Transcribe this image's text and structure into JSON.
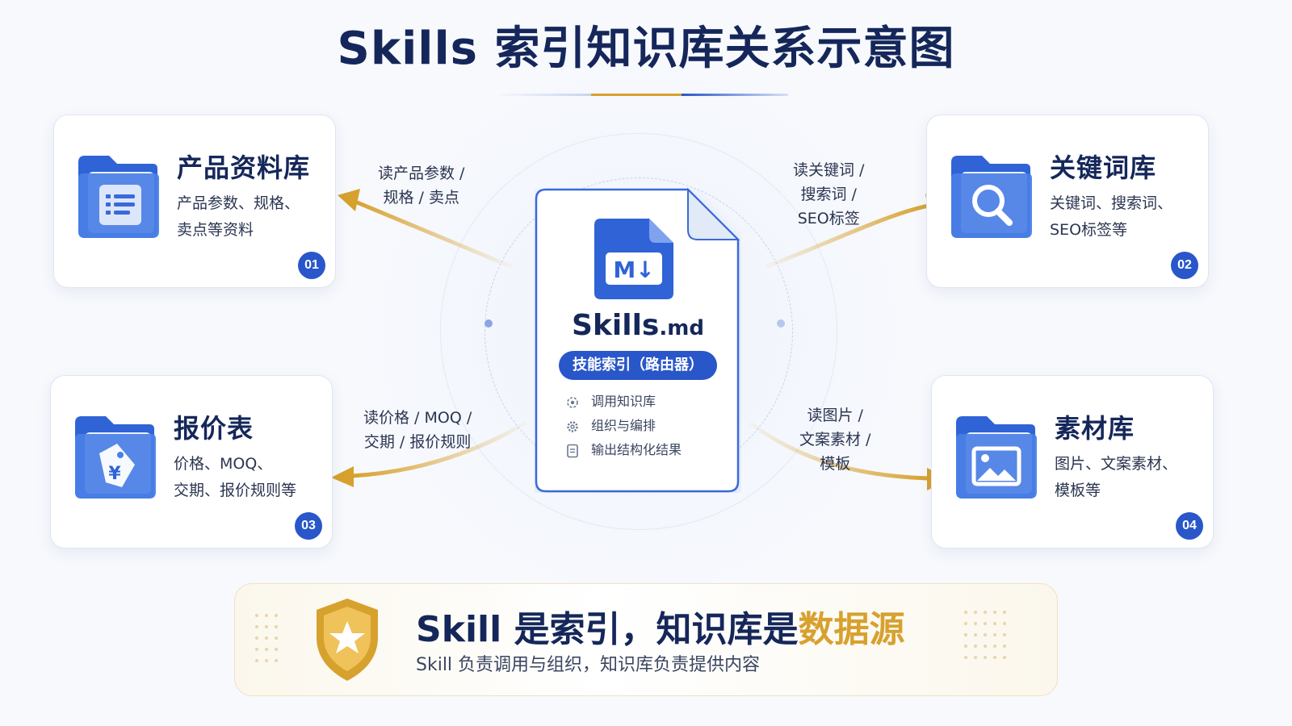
{
  "title": "Skills 索引知识库关系示意图",
  "colors": {
    "navy": "#15275a",
    "blue": "#2957c9",
    "gold": "#d7a12e",
    "card_border": "#dfe5ef"
  },
  "center_doc": {
    "icon": "markdown-icon",
    "icon_text": "M↓",
    "name": "Skills",
    "ext": ".md",
    "pill": "技能索引（路由器）",
    "items": [
      {
        "icon": "link-gear-icon",
        "label": "调用知识库"
      },
      {
        "icon": "gear-icon",
        "label": "组织与编排"
      },
      {
        "icon": "document-icon",
        "label": "输出结构化结果"
      }
    ]
  },
  "cards": [
    {
      "icon": "list-folder-icon",
      "title": "产品资料库",
      "desc_line1": "产品参数、规格、",
      "desc_line2": "卖点等资料",
      "badge": "01"
    },
    {
      "icon": "search-folder-icon",
      "title": "关键词库",
      "desc_line1": "关键词、搜索词、",
      "desc_line2": "SEO标签等",
      "badge": "02"
    },
    {
      "icon": "price-tag-folder-icon",
      "tag_glyph": "¥",
      "title": "报价表",
      "desc_line1": "价格、MOQ、",
      "desc_line2": "交期、报价规则等",
      "badge": "03"
    },
    {
      "icon": "image-folder-icon",
      "title": "素材库",
      "desc_line1": "图片、文案素材、",
      "desc_line2": "模板等",
      "badge": "04"
    }
  ],
  "arrows": [
    {
      "line1": "读产品参数 /",
      "line2": "规格 / 卖点"
    },
    {
      "line1": "读关键词 /",
      "line2": "搜索词 /",
      "line3": "SEO标签"
    },
    {
      "line1": "读价格 / MOQ /",
      "line2": "交期 / 报价规则"
    },
    {
      "line1": "读图片 /",
      "line2": "文案素材 /",
      "line3": "模板"
    }
  ],
  "banner": {
    "icon": "shield-star-icon",
    "headline_main": "Skill 是索引，知识库是",
    "headline_highlight": "数据源",
    "sub": "Skill 负责调用与组织，知识库负责提供内容"
  }
}
